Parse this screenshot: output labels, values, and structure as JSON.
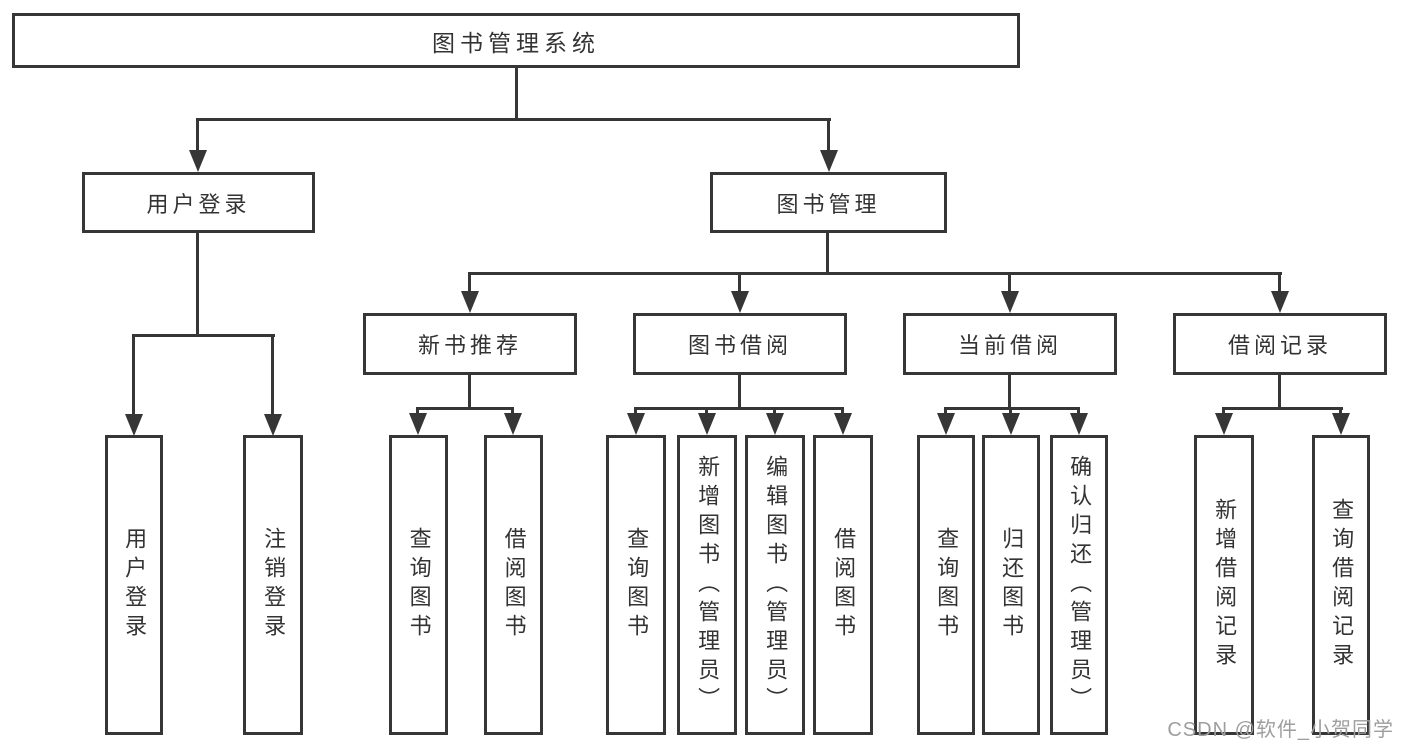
{
  "tree": {
    "label": "图书管理系统",
    "children": [
      {
        "label": "用户登录",
        "children": [
          {
            "label": "用户登录"
          },
          {
            "label": "注销登录"
          }
        ]
      },
      {
        "label": "图书管理",
        "children": [
          {
            "label": "新书推荐",
            "children": [
              {
                "label": "查询图书"
              },
              {
                "label": "借阅图书"
              }
            ]
          },
          {
            "label": "图书借阅",
            "children": [
              {
                "label": "查询图书"
              },
              {
                "label": "新增图书（管理员）"
              },
              {
                "label": "编辑图书（管理员）"
              },
              {
                "label": "借阅图书"
              }
            ]
          },
          {
            "label": "当前借阅",
            "children": [
              {
                "label": "查询图书"
              },
              {
                "label": "归还图书"
              },
              {
                "label": "确认归还（管理员）"
              }
            ]
          },
          {
            "label": "借阅记录",
            "children": [
              {
                "label": "新增借阅记录"
              },
              {
                "label": "查询借阅记录"
              }
            ]
          }
        ]
      }
    ]
  },
  "watermark": {
    "text": "CSDN @软件_小贺同学",
    "color": "#9e9e9e"
  },
  "colors": {
    "line": "#363636",
    "box_border": "#363636",
    "box_background": "#ffffff",
    "text": "#333333",
    "page_background": "#ffffff"
  }
}
